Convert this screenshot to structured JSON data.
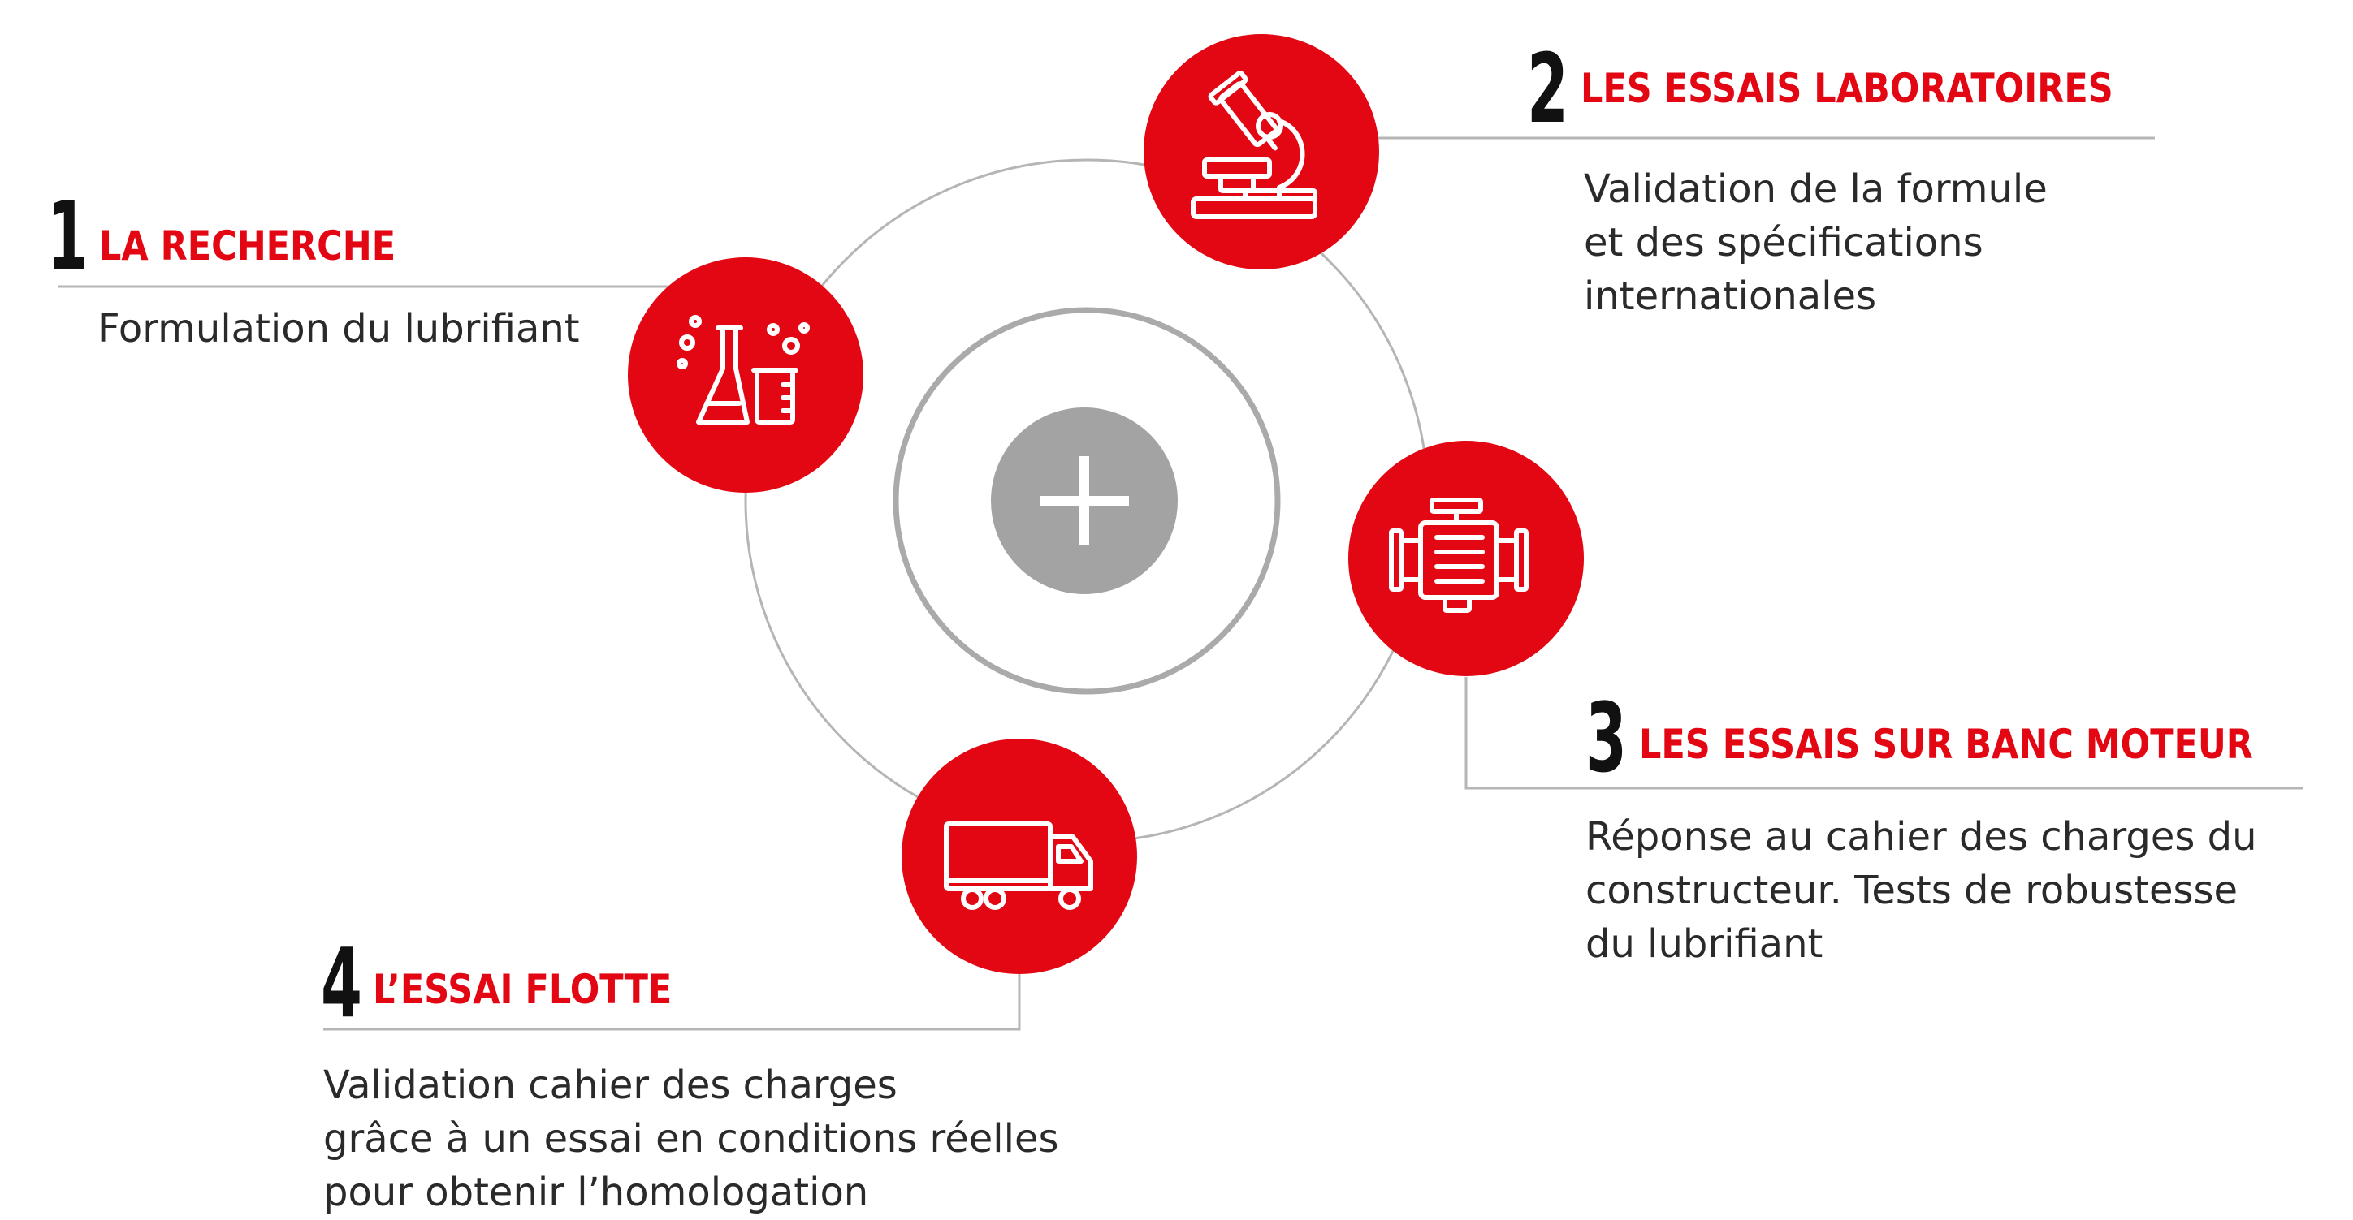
{
  "colors": {
    "accent": "#e30613",
    "text": "#111111",
    "center_disc": "#a3a3a3",
    "line": "#b5b5b5"
  },
  "center": {
    "symbol": "+"
  },
  "steps": [
    {
      "number": "1",
      "title": "LA RECHERCHE",
      "icon": "lab-flasks-icon",
      "lines": [
        "Formulation du lubrifiant"
      ]
    },
    {
      "number": "2",
      "title": "LES ESSAIS LABORATOIRES",
      "icon": "microscope-icon",
      "lines": [
        "Validation de la formule",
        "et des spécifications",
        "internationales"
      ]
    },
    {
      "number": "3",
      "title": "LES ESSAIS SUR BANC MOTEUR",
      "icon": "engine-icon",
      "lines": [
        "Réponse au cahier des charges du",
        "constructeur. Tests de robustesse",
        "du lubrifiant"
      ]
    },
    {
      "number": "4",
      "title": "L’ESSAI FLOTTE",
      "icon": "truck-icon",
      "lines": [
        "Validation cahier des charges",
        "grâce à un essai en conditions réelles",
        "pour obtenir l’homologation"
      ]
    }
  ]
}
